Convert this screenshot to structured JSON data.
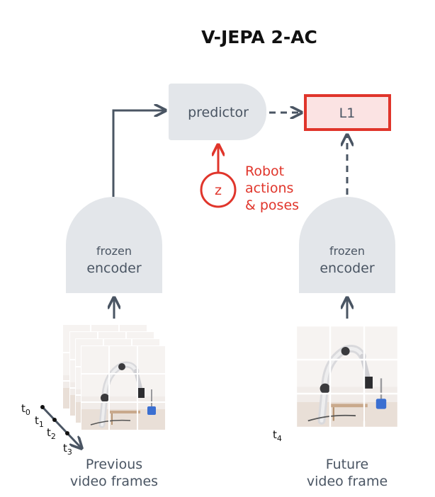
{
  "title": "V-JEPA 2-AC",
  "predictor": {
    "label": "predictor"
  },
  "loss": {
    "label": "L1"
  },
  "latent": {
    "symbol": "z",
    "label_lines": [
      "Robot",
      "actions",
      "& poses"
    ]
  },
  "left_encoder": {
    "line1": "frozen",
    "line2": "encoder"
  },
  "right_encoder": {
    "line1": "frozen",
    "line2": "encoder"
  },
  "time_labels": [
    {
      "base": "t",
      "sub": "0"
    },
    {
      "base": "t",
      "sub": "1"
    },
    {
      "base": "t",
      "sub": "2"
    },
    {
      "base": "t",
      "sub": "3"
    }
  ],
  "future_time": {
    "base": "t",
    "sub": "4"
  },
  "captions": {
    "previous": [
      "Previous",
      "video frames"
    ],
    "future": [
      "Future",
      "video frame"
    ]
  },
  "colors": {
    "box_fill": "#e3e6ea",
    "text_gray": "#4a5563",
    "arrow": "#4a5563",
    "accent_red": "#e0352b",
    "loss_fill": "#fbe3e3"
  },
  "icons": {
    "frame": "robot-arm-video-frame-thumbnail"
  }
}
